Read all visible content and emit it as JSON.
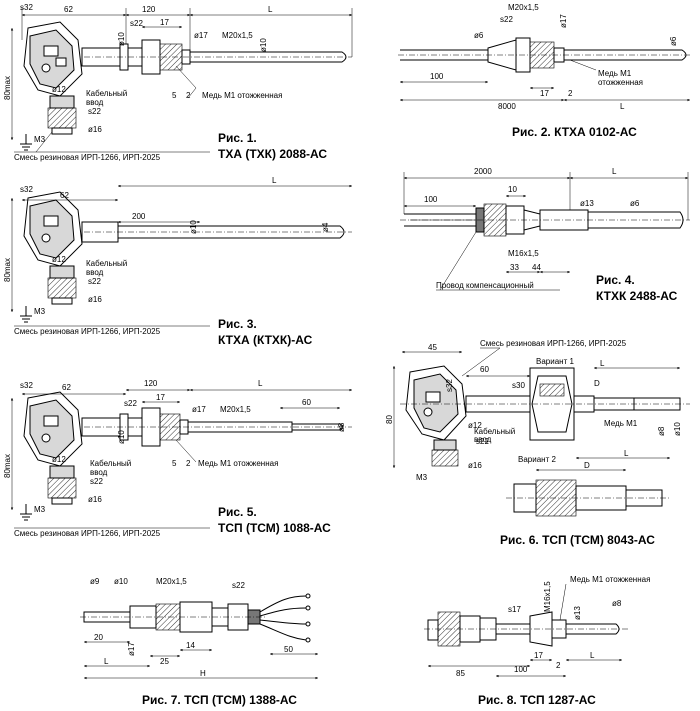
{
  "figures": [
    {
      "id": "fig1",
      "caption_line1": "Рис. 1.",
      "caption_line2": "ТХА (ТХК) 2088-АС",
      "dims": [
        "62",
        "120",
        "L",
        "s32",
        "s22",
        "17",
        "ø10",
        "ø17",
        "M20x1,5",
        "ø10",
        "80max",
        "ø12",
        "ø16",
        "s22",
        "M3",
        "5",
        "2"
      ],
      "labels": [
        "Кабельный",
        "ввод",
        "Медь М1 отожженная",
        "Смесь резиновая ИРП-1266, ИРП-2025"
      ]
    },
    {
      "id": "fig2",
      "caption": "Рис. 2. КТХА 0102-АС",
      "dims": [
        "M20x1,5",
        "s22",
        "ø17",
        "ø6",
        "ø6",
        "100",
        "8000",
        "17",
        "2",
        "L"
      ],
      "labels": [
        "Медь М1",
        "отожженная"
      ]
    },
    {
      "id": "fig3",
      "caption_line1": "Рис. 3.",
      "caption_line2": "КТХА (КТХК)-АС",
      "dims": [
        "s32",
        "62",
        "200",
        "L",
        "ø10",
        "ø4",
        "80max",
        "ø12",
        "s22",
        "ø16",
        "M3"
      ],
      "labels": [
        "Кабельный",
        "ввод",
        "Смесь резиновая ИРП-1266, ИРП-2025"
      ]
    },
    {
      "id": "fig4",
      "caption_line1": "Рис. 4.",
      "caption_line2": "КТХК 2488-АС",
      "dims": [
        "2000",
        "L",
        "100",
        "10",
        "ø13",
        "ø6",
        "M16x1,5",
        "33",
        "44"
      ],
      "labels": [
        "Провод компенсационный"
      ]
    },
    {
      "id": "fig5",
      "caption_line1": "Рис. 5.",
      "caption_line2": "ТСП (ТСМ) 1088-АС",
      "dims": [
        "s32",
        "62",
        "120",
        "L",
        "s22",
        "17",
        "ø10",
        "ø17",
        "M20x1,5",
        "60",
        "ø8",
        "80max",
        "ø12",
        "s22",
        "ø16",
        "M3",
        "5",
        "2"
      ],
      "labels": [
        "Кабельный",
        "ввод",
        "Медь М1 отожженная",
        "Смесь резиновая ИРП-1266, ИРП-2025"
      ]
    },
    {
      "id": "fig6",
      "caption": "Рис. 6. ТСП (ТСМ) 8043-АС",
      "dims": [
        "45",
        "s32",
        "60",
        "s30",
        "L",
        "D",
        "80",
        "ø12",
        "s22",
        "ø16",
        "M3",
        "ø8",
        "ø10",
        "L",
        "D"
      ],
      "labels": [
        "Смесь резиновая ИРП-1266, ИРП-2025",
        "Вариант 1",
        "Вариант 2",
        "Медь М1",
        "Кабельный",
        "ввод"
      ]
    },
    {
      "id": "fig7",
      "caption": "Рис. 7. ТСП (ТСМ) 1388-АС",
      "dims": [
        "ø9",
        "ø10",
        "M20x1,5",
        "s22",
        "20",
        "ø17",
        "14",
        "25",
        "50",
        "L",
        "H"
      ],
      "labels": []
    },
    {
      "id": "fig8",
      "caption": "Рис. 8. ТСП 1287-АС",
      "dims": [
        "s17",
        "M16x1,5",
        "ø13",
        "ø8",
        "85",
        "100",
        "17",
        "2",
        "L"
      ],
      "labels": [
        "Медь М1 отожженная"
      ]
    }
  ]
}
